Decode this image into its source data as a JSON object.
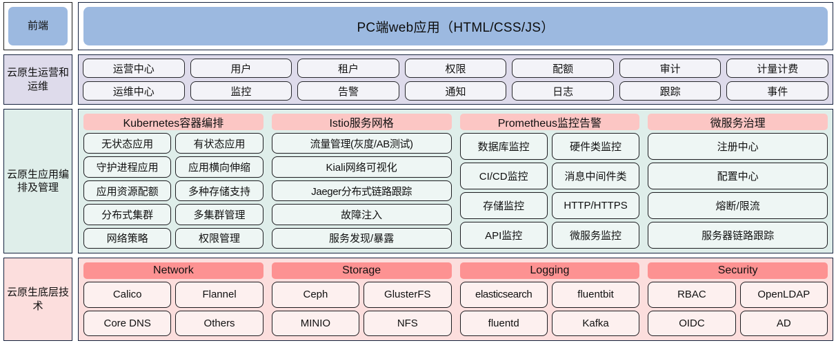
{
  "colors": {
    "frontend_banner": "#9cb9e0",
    "ops_bg": "#dedbeb",
    "app_bg": "#dfeeea",
    "app_head": "#fcc6c4",
    "infra_bg": "#fcdedd",
    "infra_head": "#fd9292",
    "border": "#14213d"
  },
  "rows": {
    "frontend": {
      "label": "前端",
      "banner": "PC端web应用（HTML/CSS/JS）"
    },
    "ops": {
      "label": "云原生运营和运维",
      "line1": [
        "运营中心",
        "用户",
        "租户",
        "权限",
        "配额",
        "审计",
        "计量计费"
      ],
      "line2": [
        "运维中心",
        "监控",
        "告警",
        "通知",
        "日志",
        "跟踪",
        "事件"
      ]
    },
    "app": {
      "label": "云原生应用编排及管理",
      "groups": [
        {
          "title": "Kubernetes容器编排",
          "rows": [
            [
              "无状态应用",
              "有状态应用"
            ],
            [
              "守护进程应用",
              "应用横向伸缩"
            ],
            [
              "应用资源配额",
              "多种存储支持"
            ],
            [
              "分布式集群",
              "多集群管理"
            ],
            [
              "网络策略",
              "权限管理"
            ]
          ]
        },
        {
          "title": "Istio服务网格",
          "rows": [
            [
              "流量管理(灰度/AB测试)"
            ],
            [
              "Kiali网络可视化"
            ],
            [
              "Jaeger分布式链路跟踪"
            ],
            [
              "故障注入"
            ],
            [
              "服务发现/暴露"
            ]
          ]
        },
        {
          "title": "Prometheus监控告警",
          "rows": [
            [
              "数据库监控",
              "硬件类监控"
            ],
            [
              "CI/CD监控",
              "消息中间件类"
            ],
            [
              "存储监控",
              "HTTP/HTTPS"
            ],
            [
              "API监控",
              "微服务监控"
            ]
          ]
        },
        {
          "title": "微服务治理",
          "rows": [
            [
              "注册中心"
            ],
            [
              "配置中心"
            ],
            [
              "熔断/限流"
            ],
            [
              "服务器链路跟踪"
            ]
          ]
        }
      ]
    },
    "infra": {
      "label": "云原生底层技术",
      "groups": [
        {
          "title": "Network",
          "rows": [
            [
              "Calico",
              "Flannel"
            ],
            [
              "Core DNS",
              "Others"
            ]
          ]
        },
        {
          "title": "Storage",
          "rows": [
            [
              "Ceph",
              "GlusterFS"
            ],
            [
              "MINIO",
              "NFS"
            ]
          ]
        },
        {
          "title": "Logging",
          "rows": [
            [
              "elasticsearch",
              "fluentbit"
            ],
            [
              "fluentd",
              "Kafka"
            ]
          ]
        },
        {
          "title": "Security",
          "rows": [
            [
              "RBAC",
              "OpenLDAP"
            ],
            [
              "OIDC",
              "AD"
            ]
          ]
        }
      ]
    }
  }
}
